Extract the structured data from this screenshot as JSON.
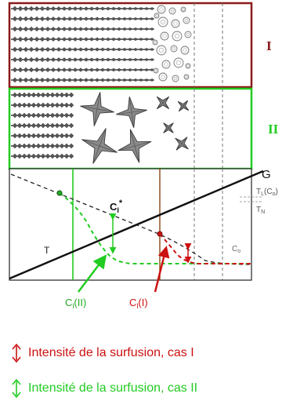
{
  "diagram": {
    "panel_i_label": "I",
    "panel_ii_label": "II",
    "g_label": "G",
    "t_label": "T",
    "c_star_label": "C",
    "c_star_sub": "l",
    "c_star_sup": "*",
    "tl_label": "T",
    "tl_sub": "L",
    "tl_paren": "(C",
    "tl_paren_sub": "o",
    "tl_paren_close": ")",
    "tn_label": "T",
    "tn_sub": "N",
    "co_label": "C",
    "co_sub": "o",
    "ci_ii_label": "C",
    "ci_ii_sub": "l",
    "ci_ii_paren": "(II)",
    "ci_i_label": "C",
    "ci_i_sub": "l",
    "ci_i_paren": "(I)"
  },
  "legend": {
    "case_i": "Intensité de la surfusion, cas I",
    "case_ii": "Intensité de la surfusion, cas II"
  },
  "colors": {
    "panel_i_border": "#8b1a1a",
    "panel_ii_border": "#22cc22",
    "case_i": "#cc1111",
    "case_ii": "#22cc22",
    "ink": "#111111"
  },
  "icons": {
    "case_i_marker": "double-arrow-red-icon",
    "case_ii_marker": "double-arrow-green-icon"
  }
}
